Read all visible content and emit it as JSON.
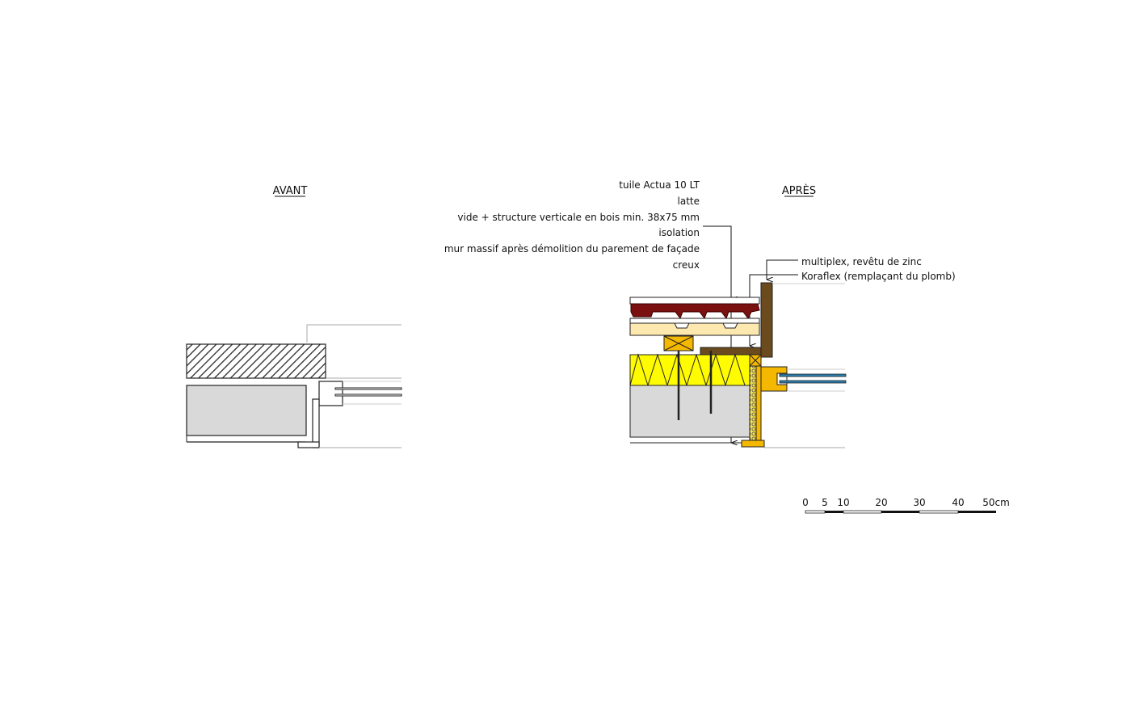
{
  "drawing": {
    "before": {
      "title": "AVANT"
    },
    "after": {
      "title": "APRÈS"
    },
    "left_labels": [
      "tuile Actua 10 LT",
      "latte",
      "vide + structure verticale en bois min. 38x75 mm",
      "isolation",
      "mur massif après démolition du parement de façade",
      "creux"
    ],
    "right_labels": [
      "multiplex, revêtu de zinc",
      "Koraflex (remplaçant du plomb)"
    ],
    "scale_bar": {
      "ticks": [
        "0",
        "5",
        "10",
        "20",
        "30",
        "40",
        "50cm"
      ]
    },
    "colors": {
      "tile": "#7a1010",
      "batten": "#fde8b0",
      "timber": "#f5b800",
      "insulation": "#ffff33",
      "masonry": "#d9d9d9",
      "multiplex": "#6b4a1e",
      "glass": "#2a7fb0",
      "hatch": "#333333"
    }
  }
}
